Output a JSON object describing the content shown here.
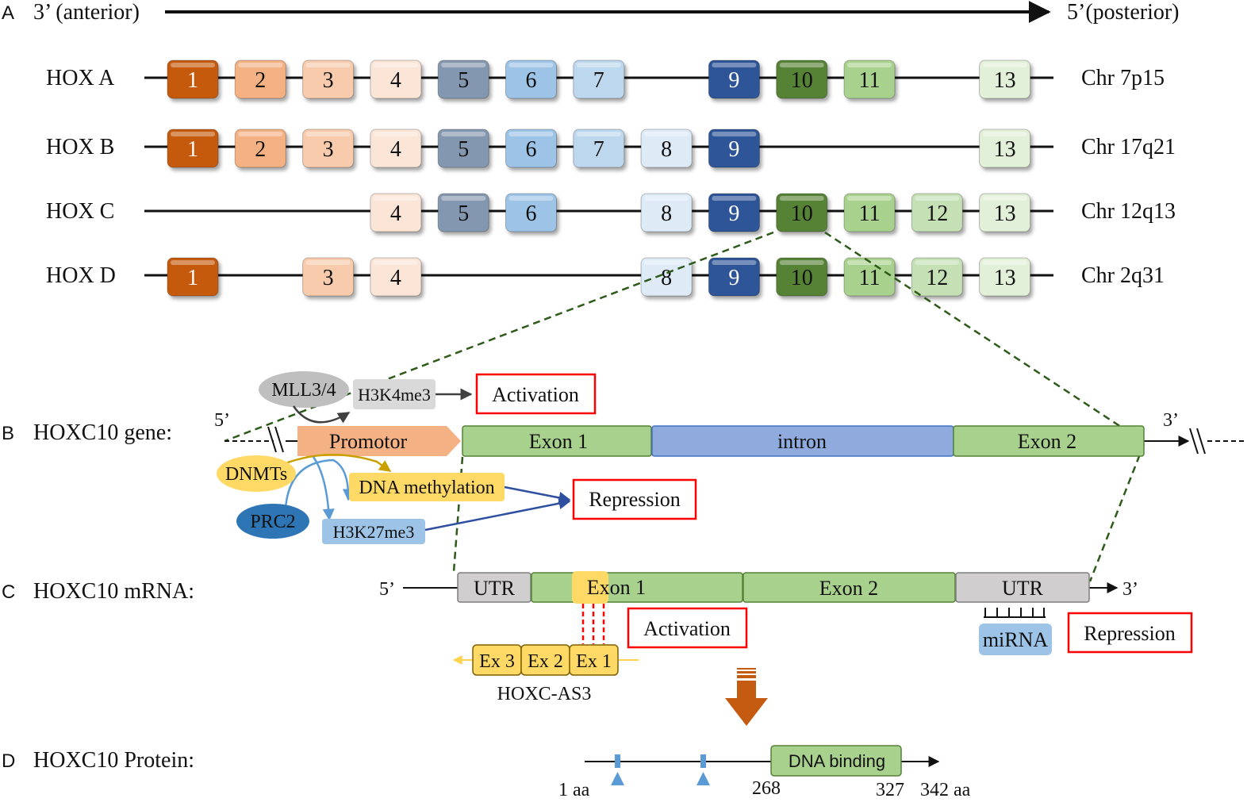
{
  "panel_a": {
    "letter": "A",
    "axis_left": "3’ (anterior)",
    "axis_right": "5’(posterior)",
    "rows": [
      {
        "label": "HOX A",
        "chr": "Chr 7p15",
        "genes": [
          "1",
          "2",
          "3",
          "4",
          "5",
          "6",
          "7",
          "9",
          "10",
          "11",
          "13"
        ]
      },
      {
        "label": "HOX B",
        "chr": "Chr 17q21",
        "genes": [
          "1",
          "2",
          "3",
          "4",
          "5",
          "6",
          "7",
          "8",
          "9",
          "13"
        ]
      },
      {
        "label": "HOX C",
        "chr": "Chr 12q13",
        "genes": [
          "4",
          "5",
          "6",
          "8",
          "9",
          "10",
          "11",
          "12",
          "13"
        ]
      },
      {
        "label": "HOX D",
        "chr": "Chr 2q31",
        "genes": [
          "1",
          "3",
          "4",
          "8",
          "9",
          "10",
          "11",
          "12",
          "13"
        ]
      }
    ],
    "colors": {
      "1": "#c55a11",
      "2": "#f4b183",
      "3": "#f8cbad",
      "4": "#fbe5d6",
      "5": "#8497b0",
      "6": "#9dc3e6",
      "7": "#bdd7ee",
      "8": "#deebf7",
      "9": "#2f5597",
      "10": "#548235",
      "11": "#a9d18e",
      "12": "#c5e0b4",
      "13": "#e2f0d9"
    }
  },
  "panel_b": {
    "letter": "B",
    "title": "HOXC10 gene:",
    "five_prime": "5’",
    "three_prime": "3’",
    "mll": "MLL3/4",
    "h3k4me3": "H3K4me3",
    "activation": "Activation",
    "promotor": "Promotor",
    "exon1": "Exon 1",
    "intron": "intron",
    "exon2": "Exon 2",
    "dnmts": "DNMTs",
    "dna_methylation": "DNA methylation",
    "prc2": "PRC2",
    "h3k27me3": "H3K27me3",
    "repression": "Repression"
  },
  "panel_c": {
    "letter": "C",
    "title": "HOXC10 mRNA:",
    "five_prime": "5’",
    "three_prime": "3’",
    "utr5": "UTR",
    "exon1": "Exon 1",
    "exon2": "Exon 2",
    "utr3": "UTR",
    "activation": "Activation",
    "mirna": "miRNA",
    "repression": "Repression",
    "as_exons": [
      "Ex 3",
      "Ex 2",
      "Ex 1"
    ],
    "as_name": "HOXC-AS3"
  },
  "panel_d": {
    "letter": "D",
    "title": "HOXC10 Protein:",
    "domain": "DNA binding",
    "pos_start": "1 aa",
    "pos_domain_start": "268",
    "pos_domain_end": "327",
    "pos_end": "342 aa"
  }
}
